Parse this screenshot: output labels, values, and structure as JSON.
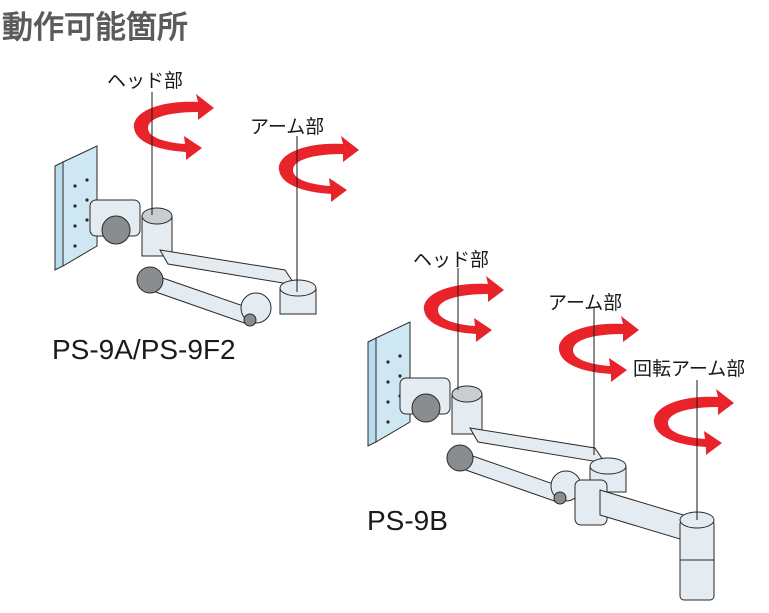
{
  "title": "動作可能箇所",
  "colors": {
    "arrow": "#e8242a",
    "metal": "#e4ecf1",
    "plate": "#b9dcef",
    "outline": "#2a2a2a",
    "title": "#5b5b5e"
  },
  "figures": [
    {
      "model": "PS-9A/PS-9F2",
      "parts": [
        {
          "label": "ヘッド部",
          "icon": "rotation-arrow-icon"
        },
        {
          "label": "アーム部",
          "icon": "rotation-arrow-icon"
        }
      ]
    },
    {
      "model": "PS-9B",
      "parts": [
        {
          "label": "ヘッド部",
          "icon": "rotation-arrow-icon"
        },
        {
          "label": "アーム部",
          "icon": "rotation-arrow-icon"
        },
        {
          "label": "回転アーム部",
          "icon": "rotation-arrow-icon"
        }
      ]
    }
  ]
}
